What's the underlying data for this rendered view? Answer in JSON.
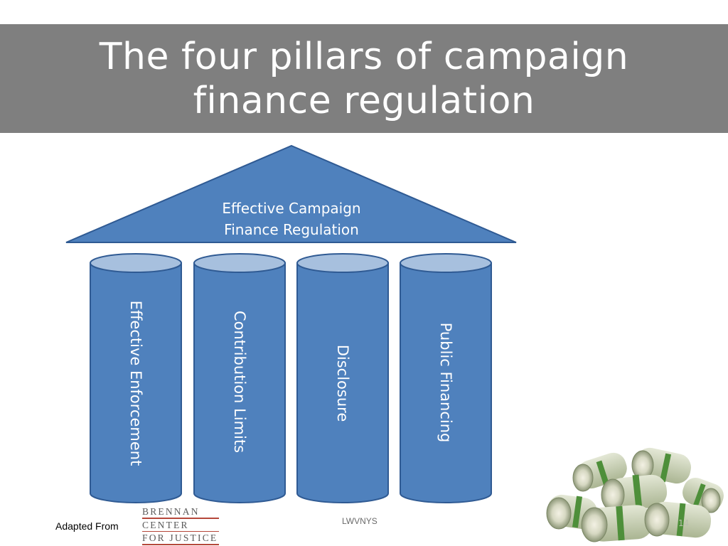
{
  "slide": {
    "title_line1": "The four pillars of campaign",
    "title_line2": "finance regulation",
    "roof": {
      "line1": "Effective Campaign",
      "line2": "Finance Regulation"
    },
    "pillars": [
      {
        "label": "Effective Enforcement"
      },
      {
        "label": "Contribution Limits"
      },
      {
        "label": "Disclosure"
      },
      {
        "label": "Public Financing"
      }
    ],
    "footer": {
      "adapted_from": "Adapted From",
      "logo_line1": "BRENNAN",
      "logo_line2": "CENTER",
      "logo_line3": "FOR JUSTICE",
      "center_text": "LWVNYS",
      "page_number": "14"
    }
  },
  "colors": {
    "title_bar": "#7f7f7f",
    "shape_fill": "#4f81bd",
    "shape_stroke": "#2f5a93",
    "cylinder_top": "#a7c0de",
    "logo_rule": "#b5473a"
  },
  "icons": {
    "photo": "money-rolls-image"
  }
}
